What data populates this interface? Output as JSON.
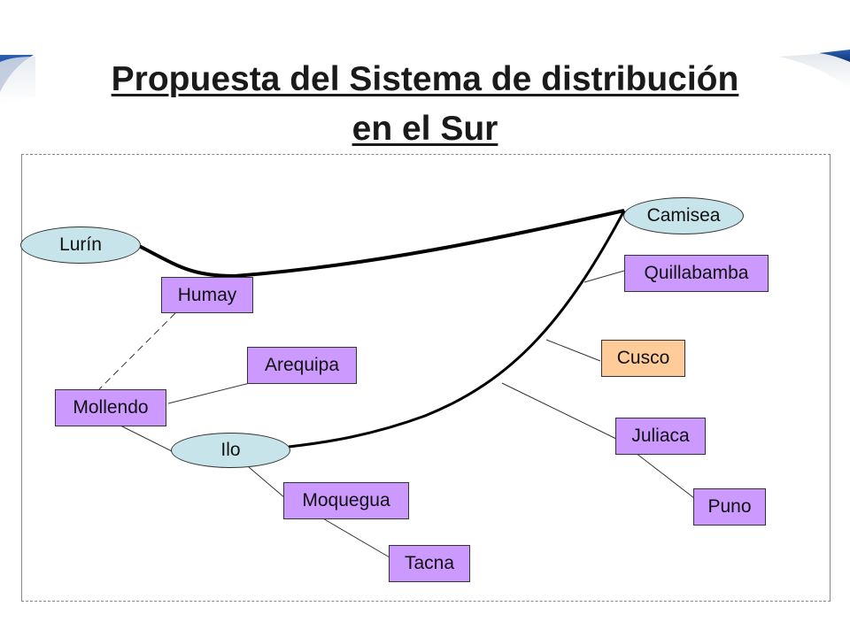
{
  "title": {
    "line1": "Propuesta del Sistema de distribución",
    "line2": "en el Sur"
  },
  "nodes": {
    "lurin": "Lurín",
    "camisea": "Camisea",
    "humay": "Humay",
    "quillabamba": "Quillabamba",
    "arequipa": "Arequipa",
    "cusco": "Cusco",
    "mollendo": "Mollendo",
    "ilo": "Ilo",
    "juliaca": "Juliaca",
    "moquegua": "Moquegua",
    "puno": "Puno",
    "tacna": "Tacna"
  },
  "colors": {
    "city_box": "#cc99ff",
    "highlight_box": "#ffcc99",
    "terminal_ellipse": "#c6e4ea",
    "header_blue": "#1f4e9b"
  }
}
